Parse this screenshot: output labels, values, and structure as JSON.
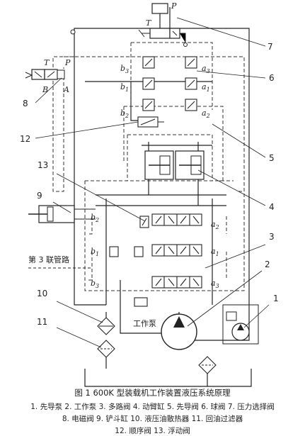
{
  "caption": {
    "title": "图 1  600K 型装载机工作装置液压系统原理",
    "legend_line1": "1. 先导泵  2. 工作泵  3. 多路阀  4. 动臂缸  5. 先导阀  6. 球阀  7. 压力选择阀",
    "legend_line2": "8. 电磁阀  9. 铲斗缸  10. 液压油散热器  11. 回油过滤器",
    "legend_line3": "12. 顺序阀  13. 浮动阀"
  },
  "callouts": [
    "1",
    "2",
    "3",
    "4",
    "5",
    "6",
    "7",
    "8",
    "9",
    "10",
    "11",
    "12",
    "13"
  ],
  "port_labels": {
    "P_top": "P",
    "T_top": "T",
    "T_left": "T",
    "P_left": "P",
    "B_left": "B",
    "A_left": "A"
  },
  "pilot_labels": {
    "b3": "b",
    "b3_sub": "3",
    "a3": "a",
    "a3_sub": "3",
    "b1": "b",
    "b1_sub": "1",
    "a1": "a",
    "a1_sub": "1",
    "b2": "b",
    "b2_sub": "2",
    "a2": "a",
    "a2_sub": "2"
  },
  "valve_labels": {
    "b2": "b",
    "b2_sub": "2",
    "a2": "a",
    "a2_sub": "2",
    "b1": "b",
    "b1_sub": "1",
    "a1": "a",
    "a1_sub": "1",
    "b3": "b",
    "b3_sub": "3",
    "a3": "a",
    "a3_sub": "3"
  },
  "text_labels": {
    "third_line": "第 3 联管路",
    "work_pump": "工作泵"
  }
}
